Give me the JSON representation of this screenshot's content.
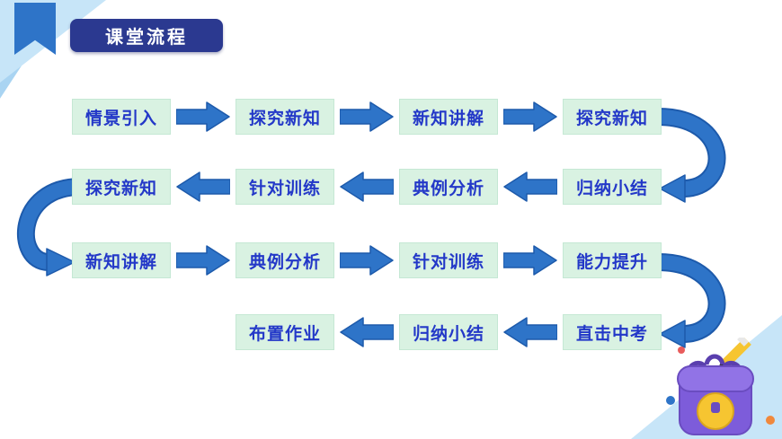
{
  "header": {
    "title": "课堂流程"
  },
  "flow": {
    "rows": [
      {
        "direction": "right",
        "items": [
          "情景引入",
          "探究新知",
          "新知讲解",
          "探究新知"
        ]
      },
      {
        "direction": "left",
        "items": [
          "探究新知",
          "针对训练",
          "典例分析",
          "归纳小结"
        ]
      },
      {
        "direction": "right",
        "items": [
          "新知讲解",
          "典例分析",
          "针对训练",
          "能力提升"
        ]
      },
      {
        "direction": "left",
        "items": [
          "布置作业",
          "归纳小结",
          "直击中考"
        ]
      }
    ]
  },
  "colors": {
    "arrow_blue": "#2e74c8",
    "arrow_edge_blue": "#1d5aab",
    "box_green": "#d9f2e2",
    "box_text_blue": "#2338c8",
    "header_navy": "#2b3990",
    "ribbon_blue": "#2e74c8",
    "corner_light_blue": "#c7e5f8",
    "backpack_purple": "#7d5cda",
    "pencil_yellow": "#f6c531"
  },
  "icons": {
    "ribbon": "bookmark-ribbon",
    "arrows": "block-arrows",
    "illustration": "backpack-with-pencil"
  }
}
